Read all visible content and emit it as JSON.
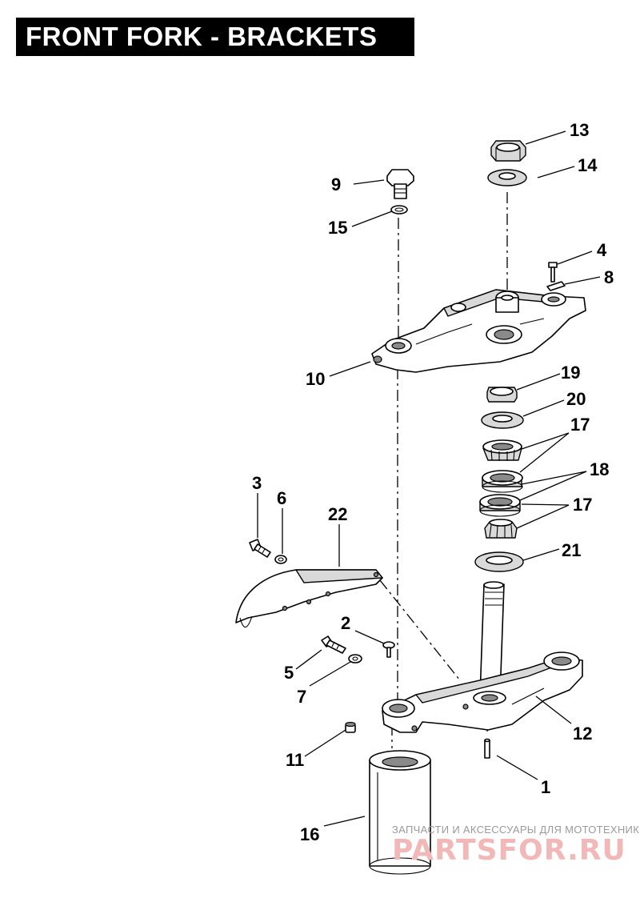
{
  "title": "FRONT FORK - BRACKETS",
  "callouts": {
    "c1": "1",
    "c2": "2",
    "c3": "3",
    "c4": "4",
    "c5": "5",
    "c6": "6",
    "c7": "7",
    "c8": "8",
    "c9": "9",
    "c10": "10",
    "c11": "11",
    "c12": "12",
    "c13": "13",
    "c14": "14",
    "c15": "15",
    "c16": "16",
    "c17a": "17",
    "c17b": "17",
    "c18": "18",
    "c19": "19",
    "c20": "20",
    "c21": "21",
    "c22": "22"
  },
  "watermark": {
    "caption": "ЗАПЧАСТИ И АКСЕССУАРЫ ДЛЯ МОТОТЕХНИКИ",
    "logo": "PARTSFOR.RU"
  }
}
